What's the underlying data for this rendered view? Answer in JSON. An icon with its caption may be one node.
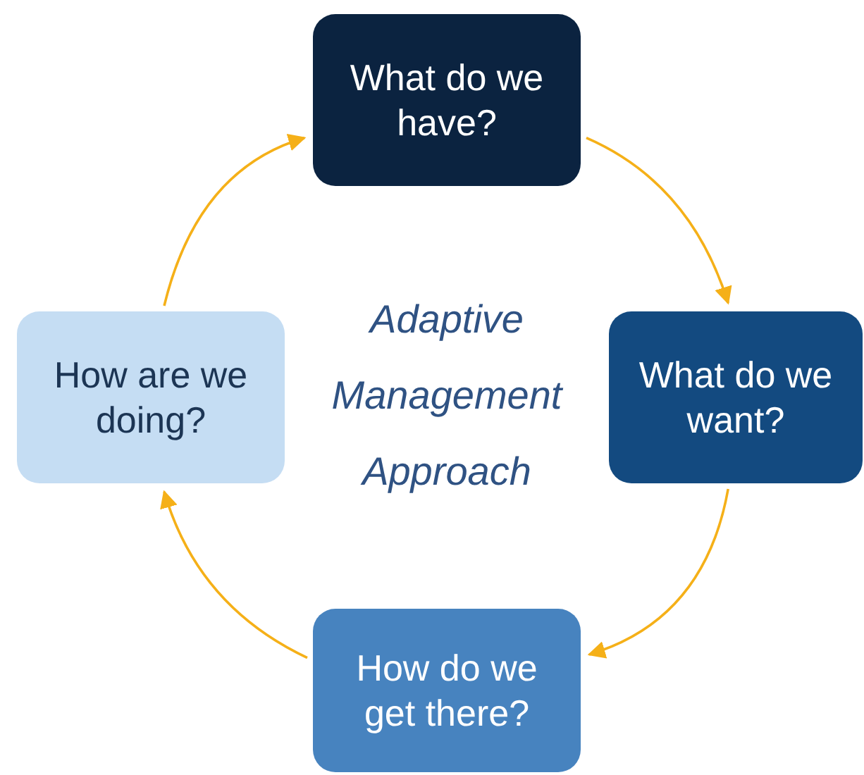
{
  "diagram": {
    "nodes": [
      {
        "text": [
          "What do we have?"
        ]
      },
      {
        "text": [
          "What do we want?"
        ]
      },
      {
        "text": [
          "How do we get there?"
        ]
      },
      {
        "text": [
          "How are we doing?"
        ]
      }
    ],
    "edges": [
      {
        "from": 0,
        "to": 1,
        "arrow": "to"
      },
      {
        "from": 1,
        "to": 2,
        "arrow": "to"
      },
      {
        "from": 2,
        "to": 3,
        "arrow": "to"
      },
      {
        "from": 3,
        "to": 0,
        "arrow": "to"
      }
    ],
    "labels": [
      "Adaptive Management Approach"
    ]
  }
}
